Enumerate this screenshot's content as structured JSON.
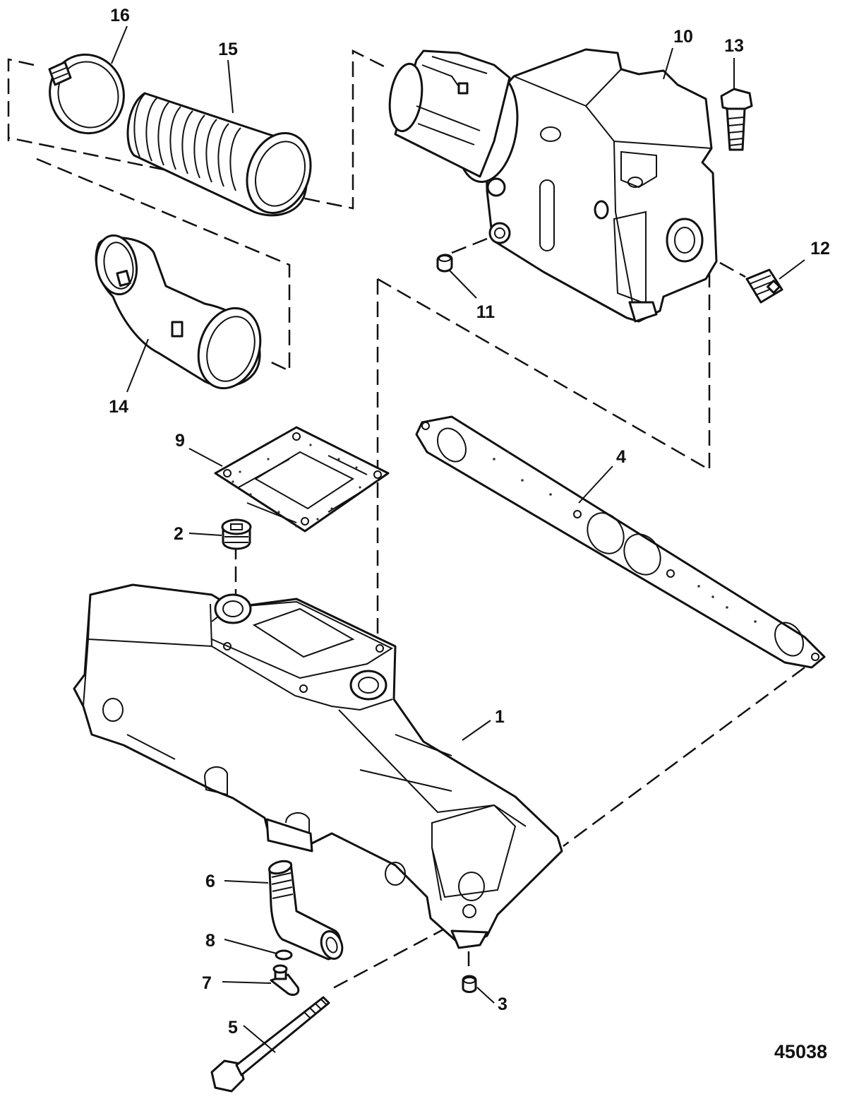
{
  "callouts": {
    "c1": "1",
    "c2": "2",
    "c3": "3",
    "c4": "4",
    "c5": "5",
    "c6": "6",
    "c7": "7",
    "c8": "8",
    "c9": "9",
    "c10": "10",
    "c11": "11",
    "c12": "12",
    "c13": "13",
    "c14": "14",
    "c15": "15",
    "c16": "16"
  },
  "figure_number": "45038"
}
